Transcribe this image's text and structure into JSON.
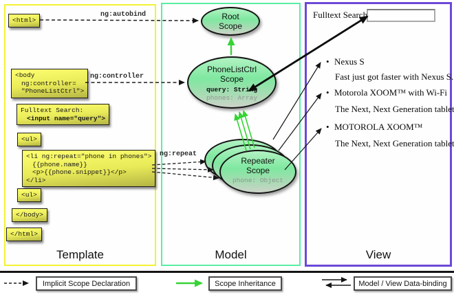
{
  "columns": {
    "template": {
      "label": "Template"
    },
    "model": {
      "label": "Model"
    },
    "view": {
      "label": "View"
    }
  },
  "tpl": {
    "html_open": "<html>",
    "body_open": [
      "<body",
      "ng:controller=",
      "\"PhoneListCtrl\">"
    ],
    "fulltext_label": "Fulltext Search:",
    "fulltext_input": "<input name=\"query\">",
    "ul_open": "<ul>",
    "li_repeat": [
      "<li ng:repeat=\"phone in phones\">",
      "{{phone.name}}",
      "<p>{{phone.snippet}}</p>",
      "</li>"
    ],
    "ul_close": "<ul>",
    "body_close": "</body>",
    "html_close": "</html>"
  },
  "arrow_labels": {
    "autobind": "ng:autobind",
    "controller": "ng:controller",
    "repeat": "ng:repeat"
  },
  "scopes": {
    "root": {
      "title1": "Root",
      "title2": "Scope"
    },
    "phonelist": {
      "title1": "PhoneListCtrl",
      "title2": "Scope",
      "prop_query": "query: String",
      "prop_phones": "phones: Array"
    },
    "repeater": {
      "title1": "Repeater",
      "title2": "Scope",
      "prop_phone": "phone: Object"
    }
  },
  "view": {
    "search_label": "Fulltext Search:",
    "search_value": "",
    "bullet_icon": "•",
    "items": [
      {
        "name": "Nexus S",
        "snippet": "Fast just got faster with Nexus S."
      },
      {
        "name": "Motorola XOOM™ with Wi-Fi",
        "snippet": "The Next, Next Generation tablet."
      },
      {
        "name": "MOTOROLA XOOM™",
        "snippet": "The Next, Next Generation tablet."
      }
    ]
  },
  "legend": {
    "implicit": "Implicit Scope Declaration",
    "inheritance": "Scope Inheritance",
    "binding": "Model / View Data-binding"
  },
  "colors": {
    "template_border": "#f2f233",
    "model_border": "#59eda3",
    "view_border": "#6c48d7",
    "scope_arrow_green": "#35d435",
    "code_yellow": "#feff6b"
  }
}
